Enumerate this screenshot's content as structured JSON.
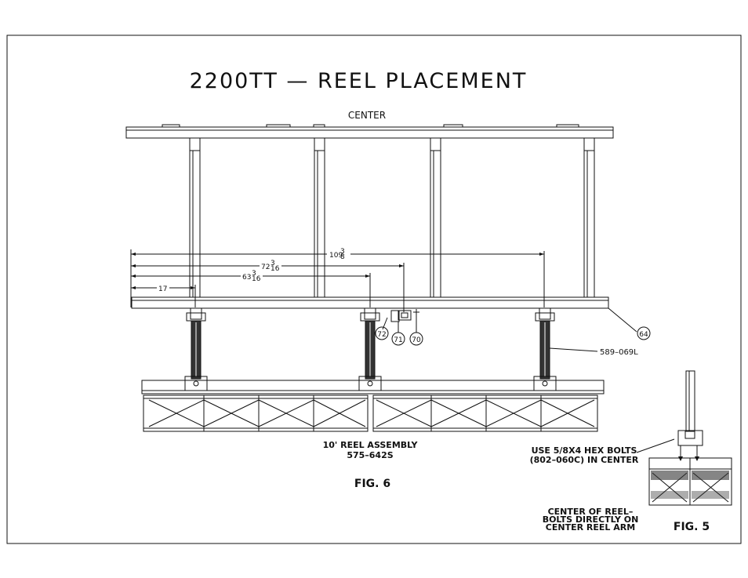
{
  "title": "2200TT  —  REEL PLACEMENT",
  "center_label": "CENTER",
  "dimensions": {
    "d1": "109",
    "d1_frac_num": "3",
    "d1_frac_den": "8",
    "d2": "72",
    "d2_frac_num": "3",
    "d2_frac_den": "16",
    "d3": "63",
    "d3_frac_num": "3",
    "d3_frac_den": "16",
    "d4": "17"
  },
  "callouts": {
    "c64": "64",
    "c72": "72",
    "c71": "71",
    "c70": "70"
  },
  "arm_part": "589–069L",
  "reel_assembly": {
    "line1": "10' REEL ASSEMBLY",
    "line2": "575–642S"
  },
  "fig6": "FIG. 6",
  "fig5": "FIG. 5",
  "bolt_note": {
    "line1": "USE 5/8X4 HEX BOLTS",
    "line2": "(802–060C) IN CENTER"
  },
  "center_note": {
    "line1": "CENTER OF REEL–",
    "line2": "BOLTS DIRECTLY ON",
    "line3": "CENTER REEL ARM"
  }
}
